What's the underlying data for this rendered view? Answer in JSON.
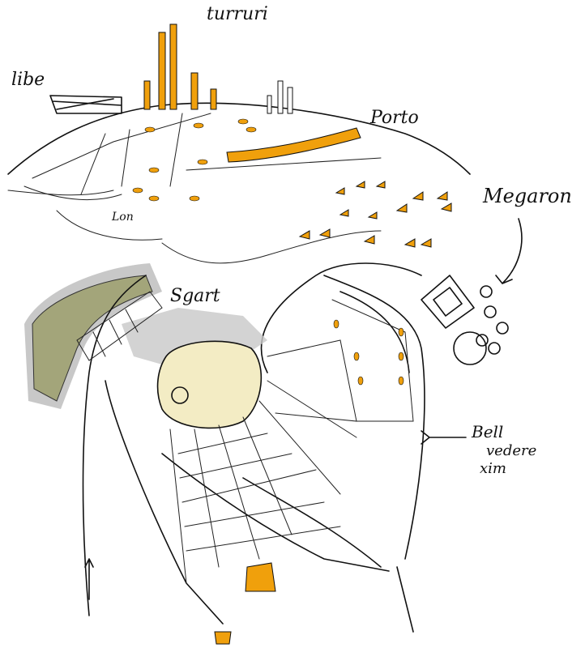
{
  "labels": {
    "towers": "turruri",
    "left_top": "libe",
    "port": "Porto",
    "megaron": "Megaron",
    "agora": "Sgart",
    "belvedere_1": "Bell",
    "belvedere_2": "vedere",
    "belvedere_3": "xim",
    "lower_left": "Lon"
  },
  "colors": {
    "accent_orange": "#f0a00c",
    "green_mass": "#a3a57a",
    "grey_shadow": "#c8c8c8",
    "cream_center": "#f3ecc4"
  }
}
